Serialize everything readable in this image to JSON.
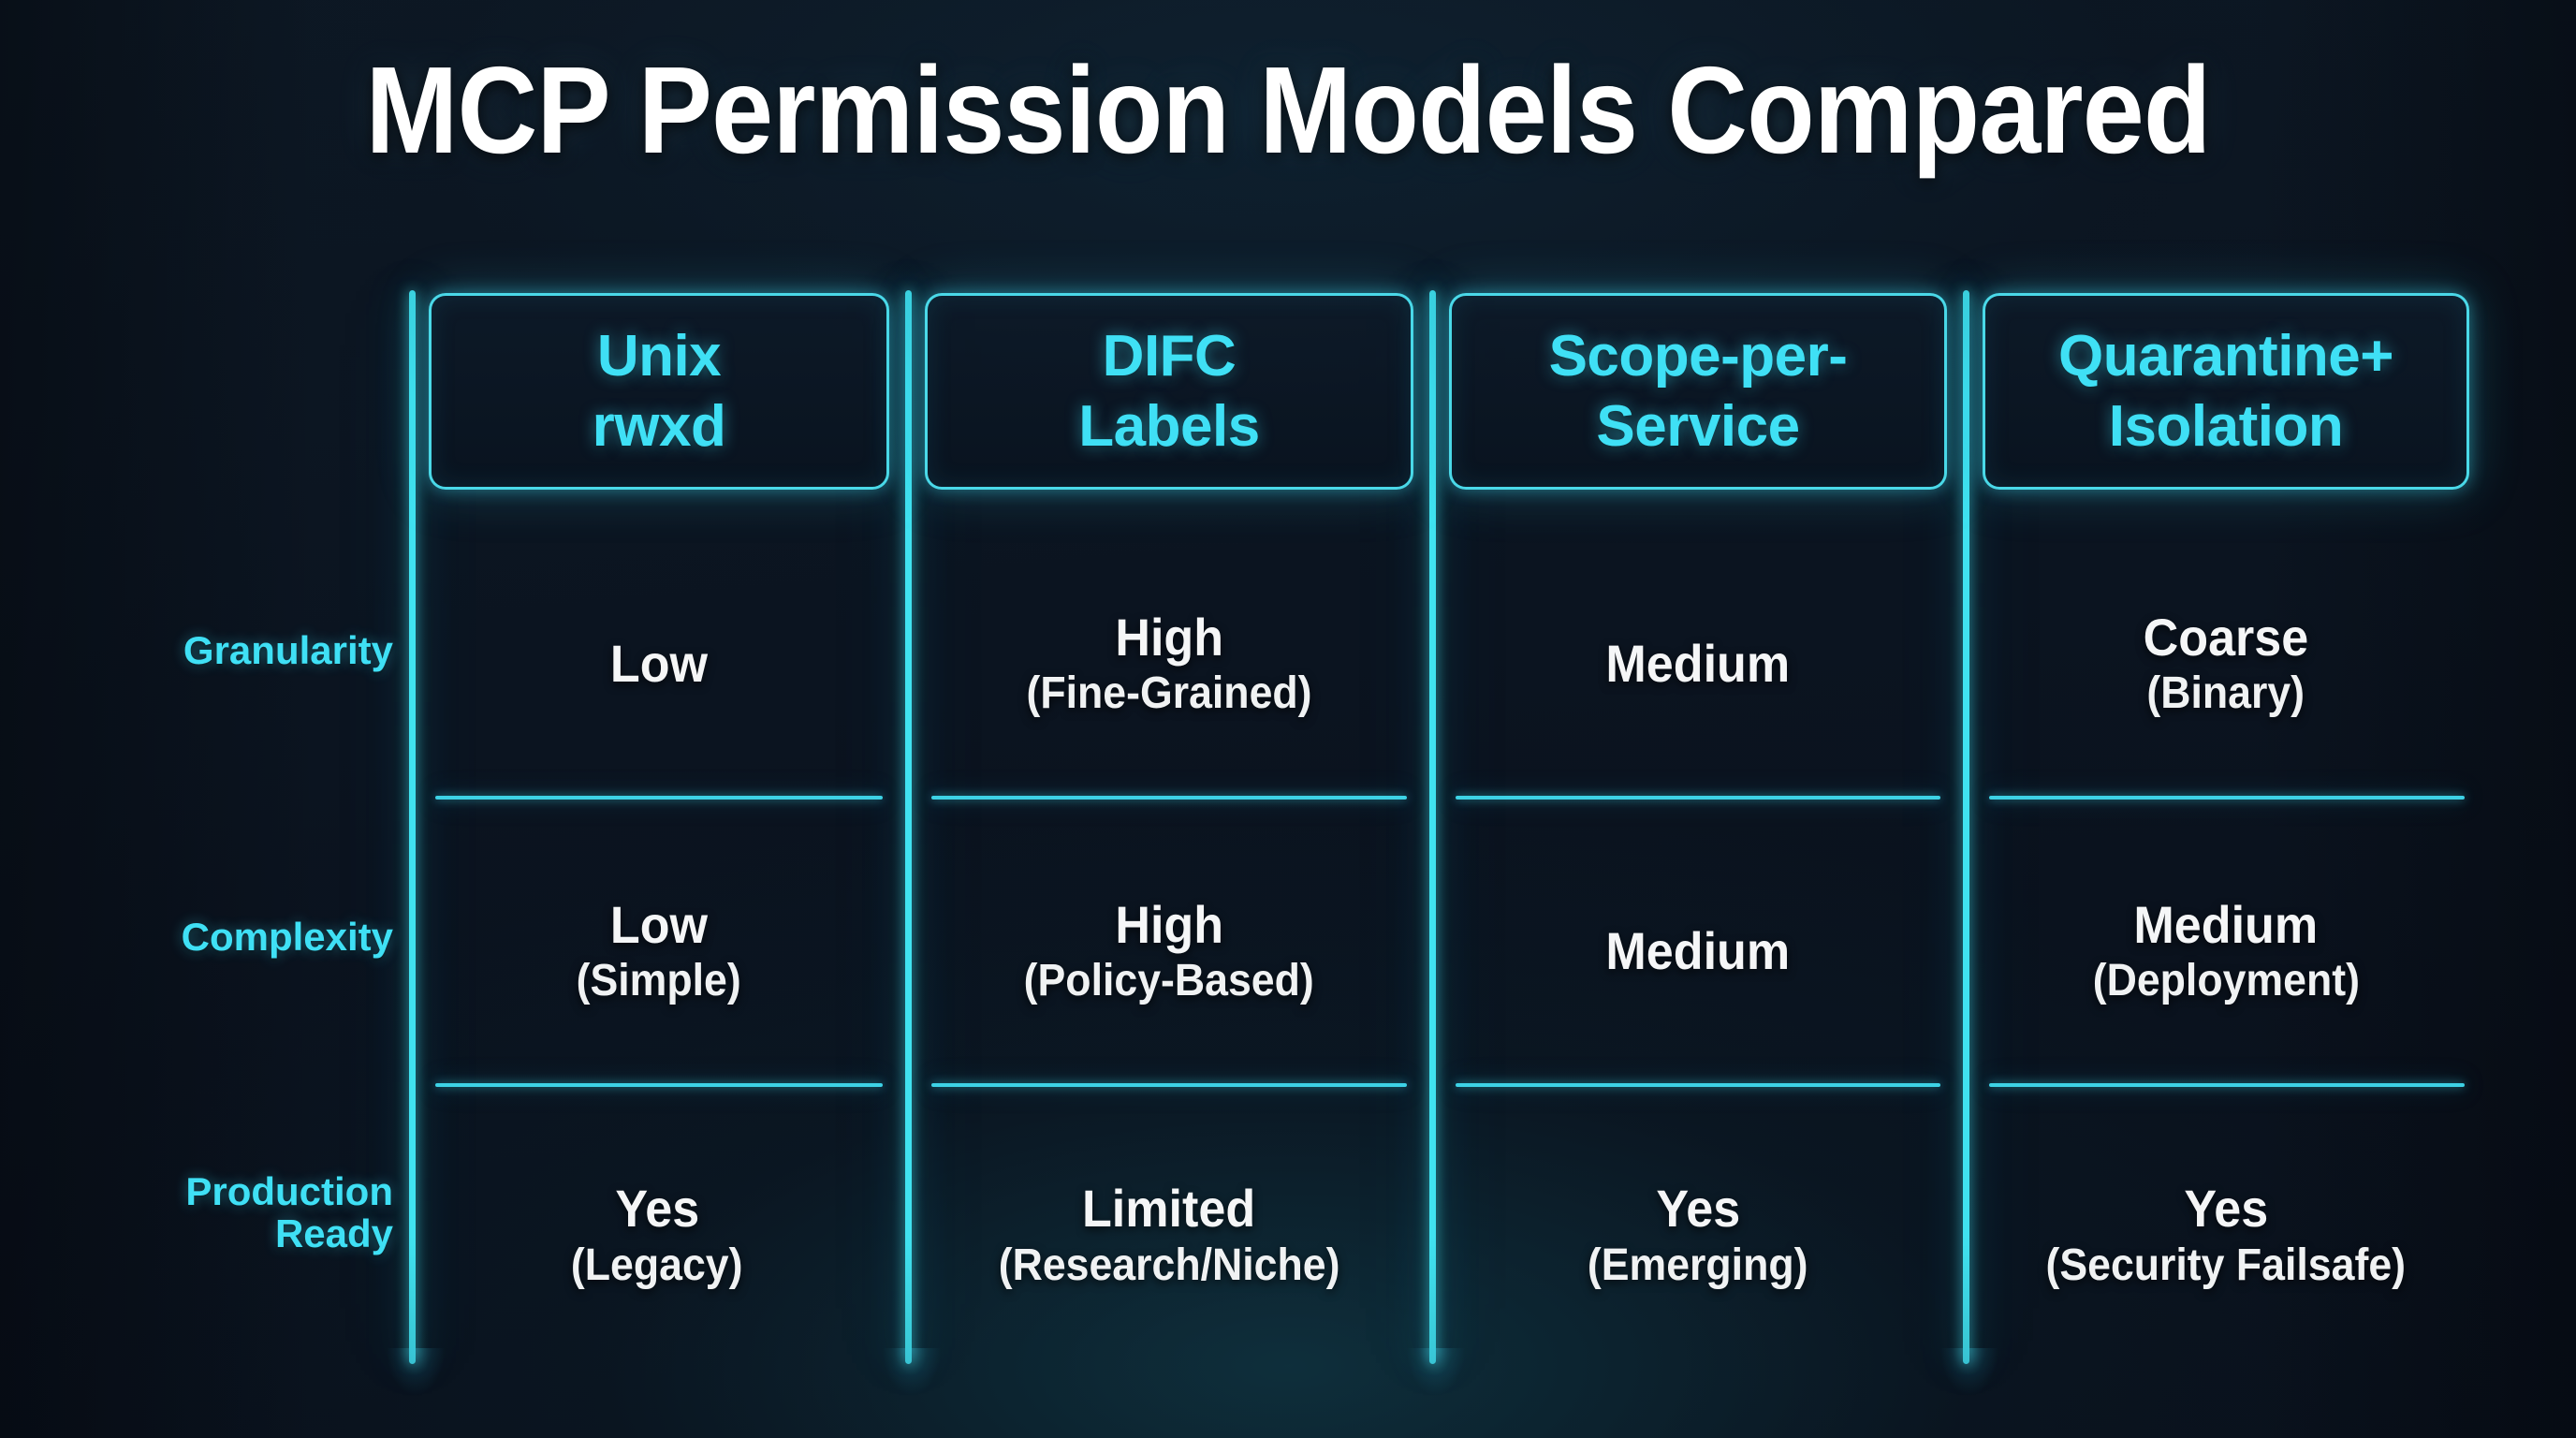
{
  "title": "MCP Permission Models Compared",
  "colors": {
    "accent_cyan": "#3fe0f5",
    "line_cyan": "#40dcf0",
    "background_dark": "#0b1420",
    "value_text": "#f5f6f7"
  },
  "chart_data": {
    "type": "table",
    "title": "MCP Permission Models Compared",
    "xlabel": "",
    "ylabel": "",
    "columns": [
      {
        "line1": "Unix",
        "line2": "rwxd"
      },
      {
        "line1": "DIFC",
        "line2": "Labels"
      },
      {
        "line1": "Scope-per-",
        "line2": "Service"
      },
      {
        "line1": "Quarantine+",
        "line2": "Isolation"
      }
    ],
    "rows": [
      {
        "label_line1": "Granularity",
        "label_line2": "",
        "cells": [
          {
            "main": "Low",
            "sub": ""
          },
          {
            "main": "High",
            "sub": "(Fine-Grained)"
          },
          {
            "main": "Medium",
            "sub": ""
          },
          {
            "main": "Coarse",
            "sub": "(Binary)"
          }
        ]
      },
      {
        "label_line1": "Complexity",
        "label_line2": "",
        "cells": [
          {
            "main": "Low",
            "sub": "(Simple)"
          },
          {
            "main": "High",
            "sub": "(Policy-Based)"
          },
          {
            "main": "Medium",
            "sub": ""
          },
          {
            "main": "Medium",
            "sub": "(Deployment)"
          }
        ]
      },
      {
        "label_line1": "Production",
        "label_line2": "Ready",
        "cells": [
          {
            "main": "Yes",
            "sub": "(Legacy)"
          },
          {
            "main": "Limited",
            "sub": "(Research/Niche)"
          },
          {
            "main": "Yes",
            "sub": "(Emerging)"
          },
          {
            "main": "Yes",
            "sub": "(Security Failsafe)"
          }
        ]
      }
    ]
  }
}
